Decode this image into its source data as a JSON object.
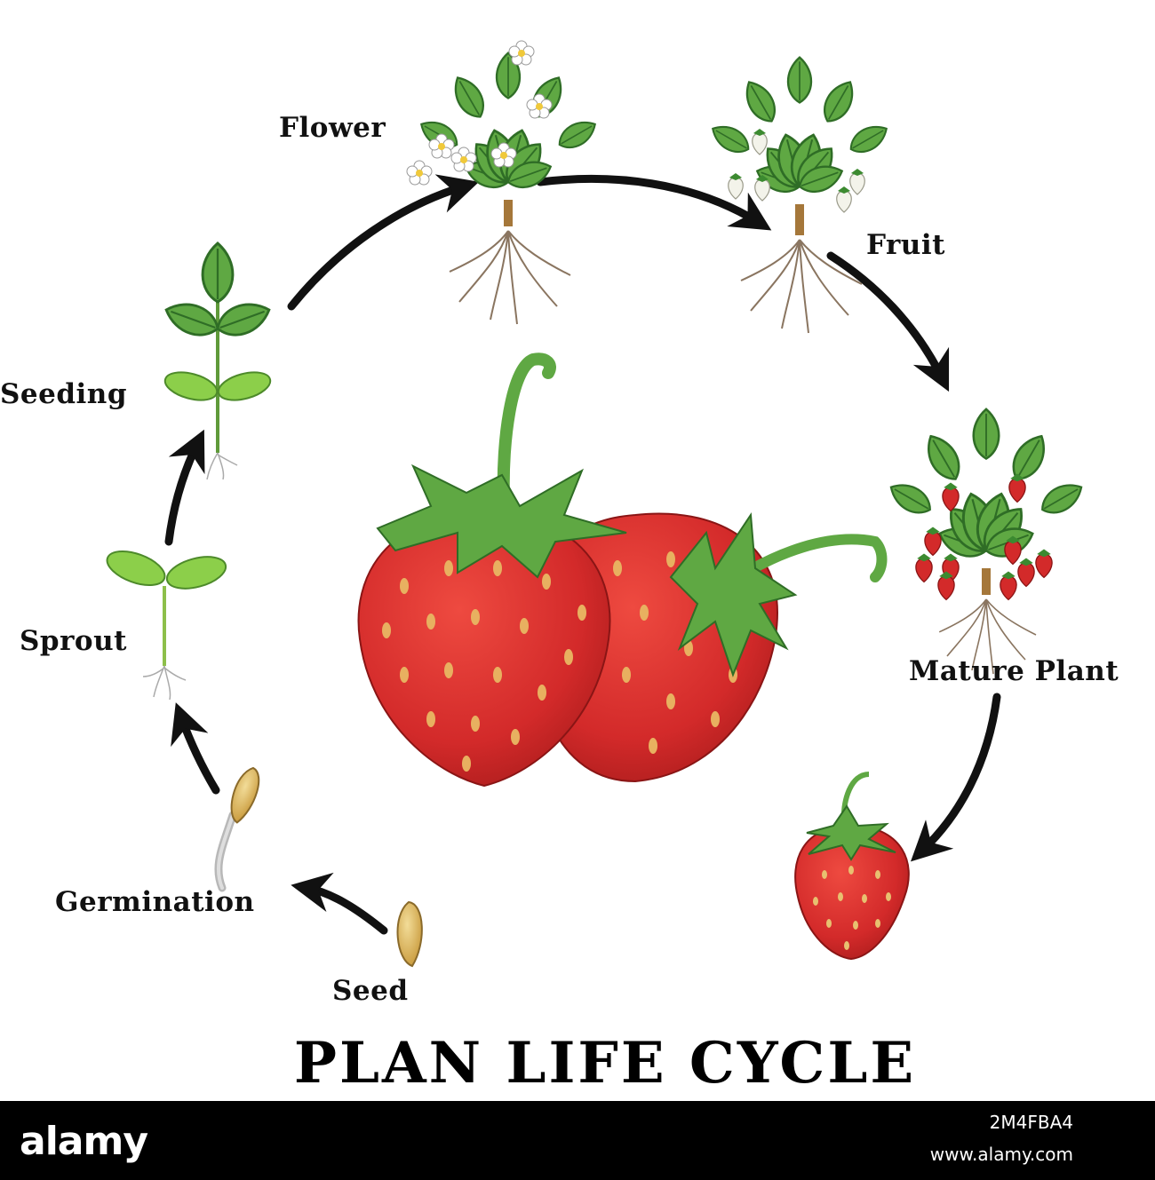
{
  "title": "PLAN LIFE CYCLE",
  "stages": {
    "seed": "Seed",
    "germination": "Germination",
    "sprout": "Sprout",
    "seeding": "Seeding",
    "flower": "Flower",
    "fruit": "Fruit",
    "mature_plant": "Mature Plant"
  },
  "watermark": {
    "logo": "alamy",
    "image_id": "2M4FBA4",
    "url": "www.alamy.com"
  },
  "colors": {
    "leaf": "#5fa843",
    "leaf_dark": "#2f7a2a",
    "berry": "#d32a2a",
    "berry_dark": "#a81c1c",
    "seed": "#d9b860",
    "arrow": "#111111",
    "footer": "#000000"
  }
}
